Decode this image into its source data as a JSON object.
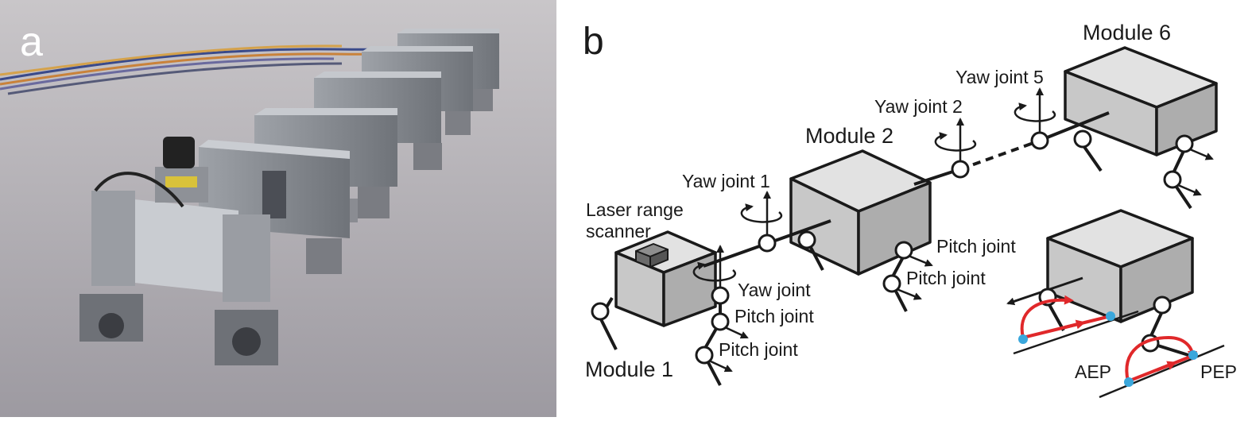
{
  "panel_a": {
    "letter": "a",
    "photo_description_icon": "robot-photo"
  },
  "panel_b": {
    "letter": "b",
    "labels": {
      "module1": "Module 1",
      "module2": "Module 2",
      "module6": "Module 6",
      "laser1": "Laser range",
      "laser2": "scanner",
      "yaw_joint": "Yaw joint",
      "yaw_joint1": "Yaw joint 1",
      "yaw_joint2": "Yaw joint 2",
      "yaw_joint5": "Yaw joint 5",
      "pitch_joint": "Pitch joint",
      "aep": "AEP",
      "pep": "PEP"
    }
  },
  "colors": {
    "box_fill": "#c8c8c8",
    "trajectory": "#e0282a",
    "foot_point": "#3aa7dc",
    "ink": "#1a1a1a"
  }
}
